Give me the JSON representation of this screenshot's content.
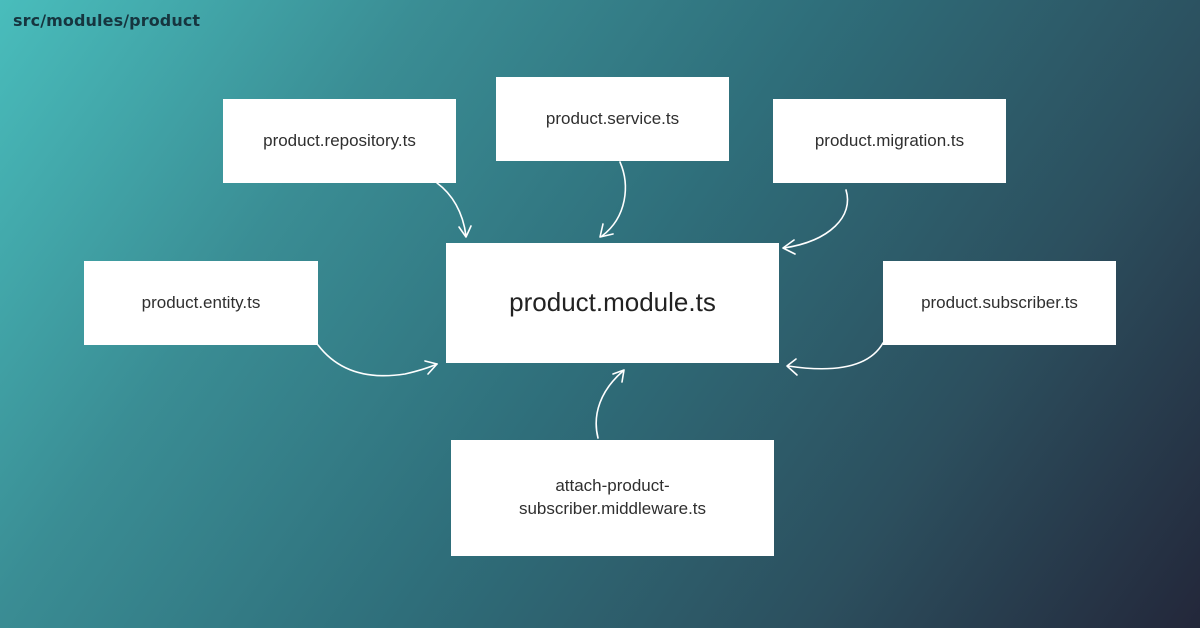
{
  "header": {
    "path": "src/modules/product"
  },
  "diagram": {
    "center": "product.module.ts",
    "files": {
      "repository": "product.repository.ts",
      "service": "product.service.ts",
      "migration": "product.migration.ts",
      "entity": "product.entity.ts",
      "subscriber": "product.subscriber.ts",
      "middleware_line1": "attach-product-",
      "middleware_line2": "subscriber.middleware.ts"
    }
  },
  "colors": {
    "background_start": "#49bdbc",
    "background_end": "#23273a",
    "box": "#ffffff",
    "arrow": "#ffffff",
    "title_text": "#16353f"
  }
}
